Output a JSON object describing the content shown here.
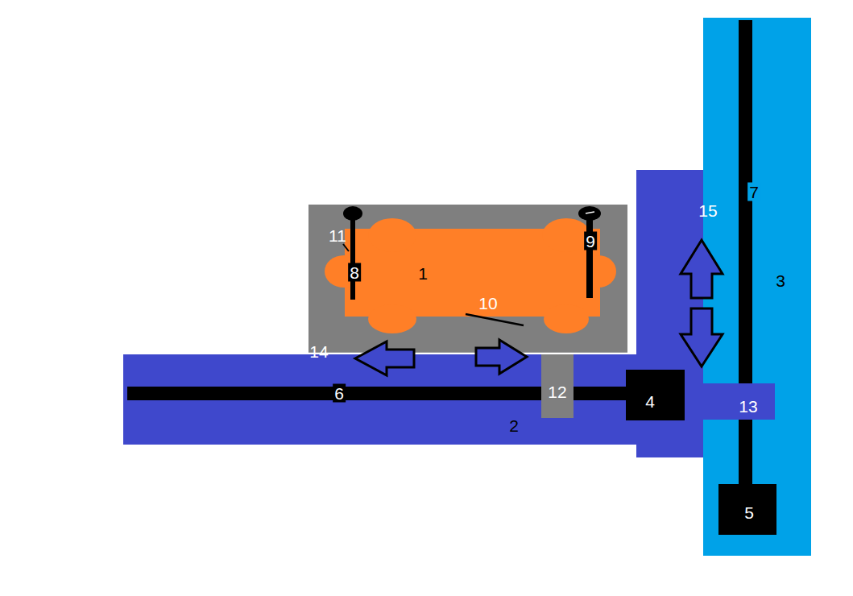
{
  "diagram": {
    "labels": [
      "7",
      "15",
      "3",
      "11",
      "9",
      "8",
      "1",
      "10",
      "14",
      "6",
      "12",
      "4",
      "13",
      "2",
      "5"
    ]
  }
}
